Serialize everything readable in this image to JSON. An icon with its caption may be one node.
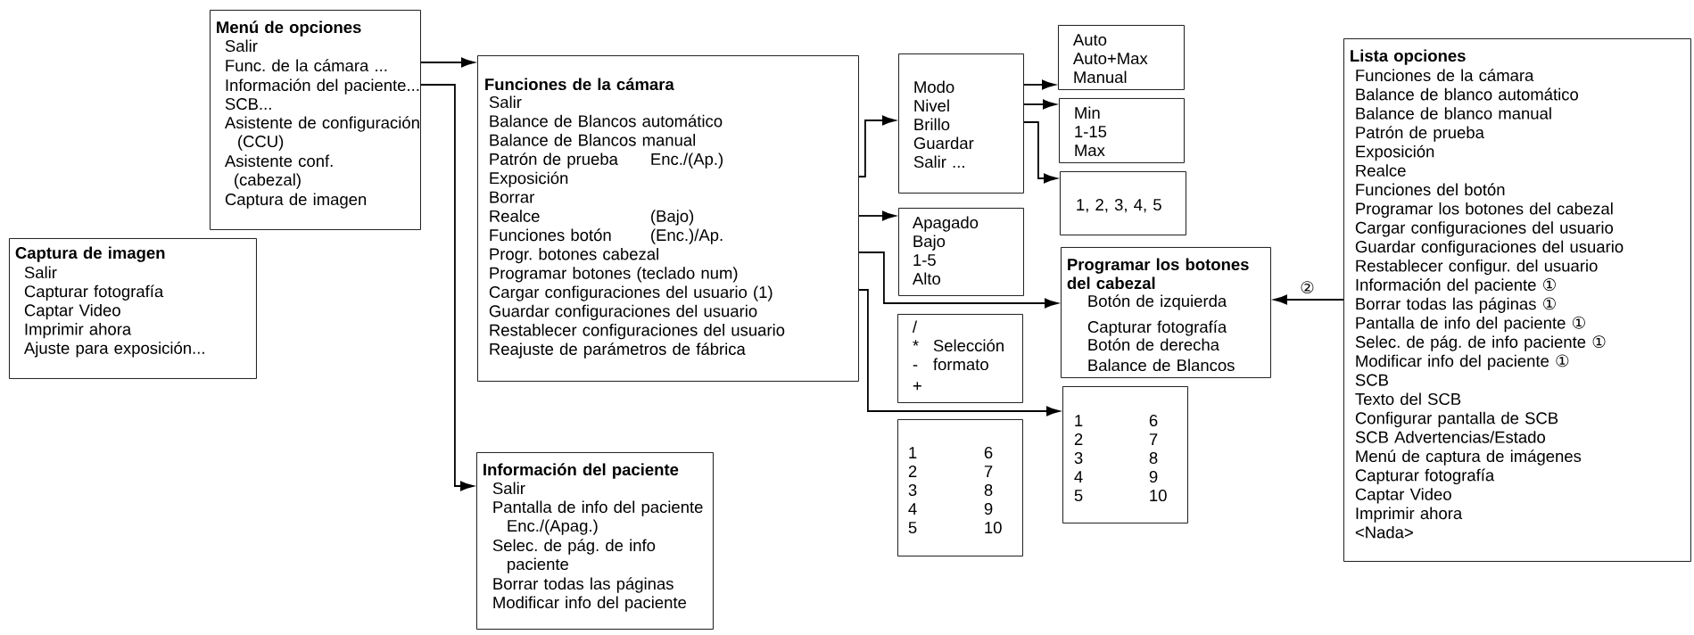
{
  "diagram": {
    "nodes": [
      {
        "text": [
          "Menú de opciones",
          "Salir",
          "Func. de la cámara ...",
          "Información del paciente...",
          "SCB...",
          "Asistente de configuración (CCU)",
          "Asistente conf. (cabezal)",
          "Captura de imagen"
        ]
      },
      {
        "text": [
          "Captura de imagen",
          "Salir",
          "Capturar fotografía",
          "Captar Video",
          "Imprimir ahora",
          "Ajuste para exposición..."
        ]
      },
      {
        "text": [
          "Funciones de la cámara",
          "Salir",
          "Balance de Blancos automático",
          "Balance de Blancos manual",
          "Patrón de prueba",
          "Enc./(Ap.)",
          "Exposición",
          "Borrar",
          "Realce",
          "(Bajo)",
          "Funciones botón",
          "(Enc.)/Ap.",
          "Progr. botones cabezal",
          "Programar botones (teclado num)",
          "Cargar configuraciones del usuario (1)",
          "Guardar configuraciones del usuario",
          "Restablecer configuraciones del usuario",
          "Reajuste de parámetros de fábrica"
        ]
      },
      {
        "text": [
          "Modo",
          "Nivel",
          "Brillo",
          "Guardar",
          "Salir ..."
        ]
      },
      {
        "text": [
          "Auto",
          "Auto+Max",
          "Manual"
        ]
      },
      {
        "text": [
          "Min",
          "1-15",
          "Max"
        ]
      },
      {
        "text": [
          "1, 2, 3, 4, 5"
        ]
      },
      {
        "text": [
          "Apagado",
          "Bajo",
          "1-5",
          "Alto"
        ]
      },
      {
        "text": [
          "Programar los botones del cabezal",
          "Botón de izquierda",
          "Capturar fotografía",
          "Botón de derecha",
          "Balance de Blancos"
        ]
      },
      {
        "text": [
          "/",
          "*",
          "-",
          "Selección formato",
          "+"
        ]
      },
      {
        "text": [
          "1",
          "6",
          "2",
          "7",
          "3",
          "8",
          "4",
          "9",
          "5",
          "10"
        ]
      },
      {
        "text": [
          "1",
          "6",
          "2",
          "7",
          "3",
          "8",
          "4",
          "9",
          "5",
          "10"
        ]
      },
      {
        "text": [
          "Lista opciones",
          "Funciones de la cámara",
          "Balance de blanco automático",
          "Balance de blanco manual",
          "Patrón de prueba",
          "Exposición",
          "Realce",
          "Funciones del botón",
          "Programar los botones del cabezal",
          "Cargar configuraciones del usuario",
          "Guardar configuraciones del usuario",
          "Restablecer configur. del usuario",
          "Información del paciente ①",
          "Borrar todas las páginas ①",
          "Pantalla de info del paciente ①",
          "Selec. de pág. de info paciente ①",
          "Modificar info del paciente ①",
          "SCB",
          "Texto del SCB",
          "Configurar pantalla de SCB",
          "SCB Advertencias/Estado",
          "Menú de captura de imágenes",
          "Capturar fotografía",
          "Captar Video",
          "Imprimir ahora",
          "<Nada>"
        ]
      },
      {
        "text": [
          "Información del paciente",
          "Salir",
          "Pantalla de info del paciente Enc./(Apag.)",
          "Selec. de pág. de info paciente",
          "Borrar todas las páginas",
          "Modificar info del paciente"
        ]
      }
    ],
    "edges": [
      {
        "from": 0,
        "to": 2,
        "arrow": "to"
      },
      {
        "from": 0,
        "to": 13,
        "arrow": "to"
      },
      {
        "from": 2,
        "to": 3,
        "arrow": "to"
      },
      {
        "from": 2,
        "to": 7,
        "arrow": "to"
      },
      {
        "from": 2,
        "to": 8,
        "arrow": "to"
      },
      {
        "from": 2,
        "to": 11,
        "arrow": "to"
      },
      {
        "from": 3,
        "to": 4,
        "arrow": "to"
      },
      {
        "from": 3,
        "to": 5,
        "arrow": "to"
      },
      {
        "from": 3,
        "to": 6,
        "arrow": "to"
      },
      {
        "from": 12,
        "to": 8,
        "arrow": "to",
        "label": "②"
      }
    ]
  }
}
